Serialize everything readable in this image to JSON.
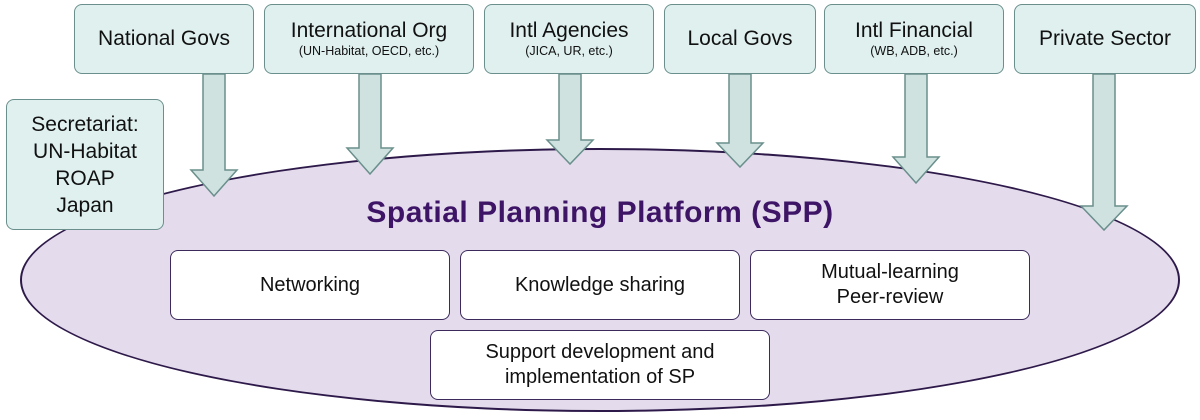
{
  "stakeholders": [
    {
      "name": "National Govs",
      "sub": ""
    },
    {
      "name": "International Org",
      "sub": "(UN-Habitat, OECD, etc.)"
    },
    {
      "name": "Intl Agencies",
      "sub": "(JICA, UR, etc.)"
    },
    {
      "name": "Local Govs",
      "sub": ""
    },
    {
      "name": "Intl Financial",
      "sub": "(WB, ADB, etc.)"
    },
    {
      "name": "Private Sector",
      "sub": ""
    }
  ],
  "secretariat": "Secretariat:\nUN-Habitat\nROAP\nJapan",
  "platform_title": "Spatial Planning Platform (SPP)",
  "functions": [
    "Networking",
    "Knowledge sharing",
    "Mutual-learning\nPeer-review",
    "Support development and\nimplementation of SP"
  ],
  "colors": {
    "box_fill": "#dff0ef",
    "box_border": "#6a8f8c",
    "arrow_fill": "#cfe2e0",
    "ellipse_fill": "#e4dcec",
    "title_color": "#3d1466"
  }
}
